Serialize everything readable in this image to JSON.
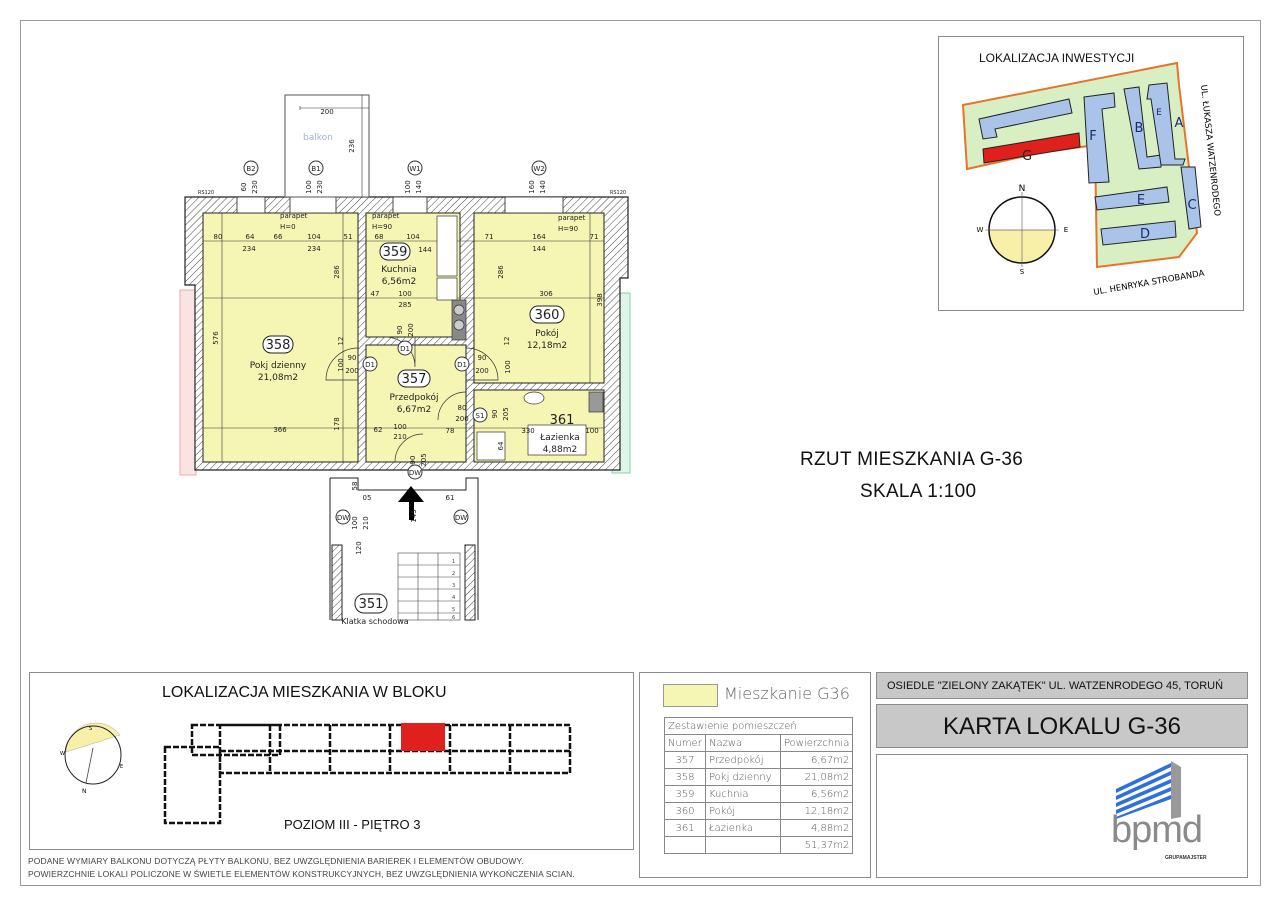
{
  "plan": {
    "title": "RZUT MIESZKANIA  G-36",
    "scale": "SKALA 1:100",
    "balcony_label": "balkon",
    "rooms": [
      {
        "number": "358",
        "name": "Pokj dzienny",
        "area": "21,08m2"
      },
      {
        "number": "359",
        "name": "Kuchnia",
        "area": "6,56m2"
      },
      {
        "number": "360",
        "name": "Pokój",
        "area": "12,18m2"
      },
      {
        "number": "357",
        "name": "Przedpokój",
        "area": "6,67m2"
      },
      {
        "number": "361",
        "name": "Łazienka",
        "area": "4,88m2"
      },
      {
        "number": "351",
        "name": "Klatka schodowa",
        "area": ""
      }
    ],
    "tags": {
      "b2": "B2",
      "b1": "B1",
      "w1": "W1",
      "w2": "W2",
      "d1": "D1",
      "s1": "S1",
      "dw": "DW",
      "rs": "RS120"
    },
    "parapets": [
      "parapet",
      "H=0",
      "parapet",
      "H=90",
      "parapet",
      "H=90"
    ],
    "dims": [
      "200",
      "236",
      "60",
      "230",
      "100",
      "230",
      "100",
      "140",
      "160",
      "140",
      "80",
      "64",
      "66",
      "104",
      "51",
      "234",
      "234",
      "68",
      "104",
      "144",
      "71",
      "164",
      "71",
      "144",
      "286",
      "576",
      "47",
      "100",
      "285",
      "90",
      "200",
      "306",
      "398",
      "286",
      "12",
      "100",
      "90",
      "200",
      "90",
      "200",
      "100",
      "12",
      "366",
      "178",
      "62",
      "100",
      "210",
      "80",
      "200",
      "78",
      "90",
      "205",
      "330",
      "64",
      "90",
      "205",
      "58",
      "05",
      "61",
      "100",
      "210",
      "120",
      "145",
      "100"
    ],
    "stair_steps": [
      "1",
      "2",
      "3",
      "4",
      "5",
      "6"
    ]
  },
  "location": {
    "title": "LOKALIZACJA INWESTYCJI",
    "street_east": "UL. ŁUKASZA WATZENRODEGO",
    "street_south": "UL. HENRYKA STROBANDA",
    "blocks": [
      "A",
      "B",
      "C",
      "D",
      "E",
      "F",
      "G",
      "E"
    ],
    "compass": {
      "n": "N",
      "s": "S",
      "e": "E",
      "w": "W"
    }
  },
  "block_location": {
    "title": "LOKALIZACJA MIESZKANIA W BLOKU",
    "level": "POZIOM III - PIĘTRO 3",
    "compass": {
      "s": "S",
      "w": "W",
      "e": "E",
      "n": "N"
    }
  },
  "notes": [
    "PODANE WYMIARY BALKONU DOTYCZĄ PŁYTY BALKONU, BEZ UWZGLĘDNIENIA BARIEREK I ELEMENTÓW OBUDOWY.",
    "POWIERZCHNIE LOKALI POLICZONE W ŚWIETLE ELEMENTÓW KONSTRUKCYJNYCH, BEZ UWZGLĘDNIENIA WYKOŃCZENIA SCIAN."
  ],
  "legend": {
    "swatch_color": "#f6f6b4",
    "label": "Mieszkanie  G36",
    "table_title": "Zestawienie pomieszczeń",
    "headers": [
      "Numer",
      "Nazwa",
      "Powierzchnia"
    ],
    "rows": [
      [
        "357",
        "Przedpokój",
        "6,67m2"
      ],
      [
        "358",
        "Pokj dzienny",
        "21,08m2"
      ],
      [
        "359",
        "Kuchnia",
        "6,56m2"
      ],
      [
        "360",
        "Pokój",
        "12,18m2"
      ],
      [
        "361",
        "Łazienka",
        "4,88m2"
      ]
    ],
    "total": "51,37m2"
  },
  "header": {
    "address": "OSIEDLE \"ZIELONY ZAKĄTEK\"  UL. WATZENRODEGO 45, TORUŃ",
    "card_title": "KARTA LOKALU G-36"
  },
  "logo": {
    "name": "bpmd",
    "subtitle": "GRUPAMAJSTER"
  },
  "colors": {
    "room": "#f6f6b4",
    "highlight": "#e0201c",
    "building": "#a9c4e8",
    "green": "#d8efc4",
    "boundary": "#e8732a",
    "logo_blue": "#2f6fe0"
  }
}
